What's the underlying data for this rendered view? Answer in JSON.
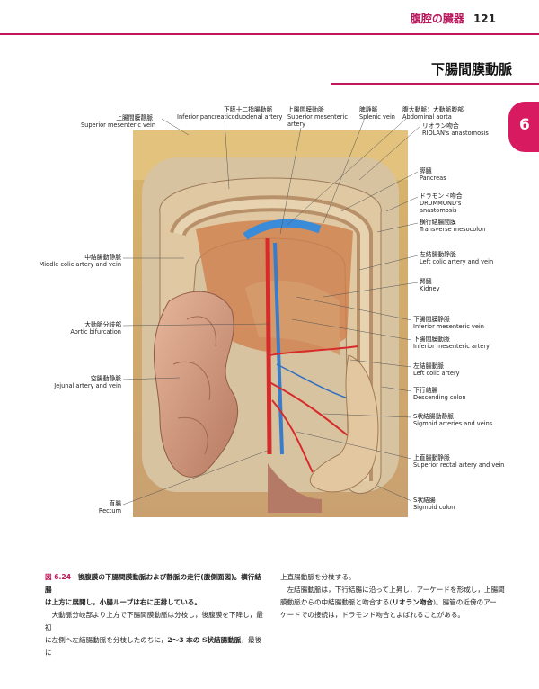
{
  "header": {
    "chapter_title": "腹腔の臓器",
    "page_number": "121",
    "section_title": "下腸間膜動脈",
    "chapter_tab": "6"
  },
  "labels": {
    "inferior_pancreaticoduodenal": {
      "ja": "下膵十二指腸動脈",
      "en": "Inferior pancreaticoduodenal artery"
    },
    "superior_mesenteric_artery": {
      "ja": "上腸間膜動脈",
      "en1": "Superior mesenteric",
      "en2": "artery"
    },
    "splenic_vein": {
      "ja": "脾静脈",
      "en": "Splenic vein"
    },
    "abdominal_aorta": {
      "ja": "腹大動脈：大動脈腹部",
      "en": "Abdominal aorta"
    },
    "riolan": {
      "ja": "リオラン吻合",
      "en": "RIOLAN's anastomosis"
    },
    "superior_mesenteric_vein": {
      "ja": "上腸間膜静脈",
      "en": "Superior mesenteric vein"
    },
    "pancreas": {
      "ja": "膵臓",
      "en": "Pancreas"
    },
    "drummond": {
      "ja": "ドラモンド吻合",
      "en1": "DRUMMOND's",
      "en2": "anastomosis"
    },
    "transverse_mesocolon": {
      "ja": "横行結腸間膜",
      "en": "Transverse mesocolon"
    },
    "middle_colic": {
      "ja": "中結腸動静脈",
      "en": "Middle colic artery and vein"
    },
    "left_colic_av": {
      "ja": "左結腸動静脈",
      "en": "Left colic artery and vein"
    },
    "kidney": {
      "ja": "腎臓",
      "en": "Kidney"
    },
    "aortic_bifurcation": {
      "ja": "大動脈分岐部",
      "en": "Aortic bifurcation"
    },
    "inferior_mesenteric_vein": {
      "ja": "下腸間膜静脈",
      "en": "Inferior mesenteric vein"
    },
    "inferior_mesenteric_artery": {
      "ja": "下腸間膜動脈",
      "en": "Inferior mesenteric artery"
    },
    "left_colic_artery": {
      "ja": "左結腸動脈",
      "en": "Left colic artery"
    },
    "jejunal": {
      "ja": "空腸動静脈",
      "en": "Jejunal artery and vein"
    },
    "descending_colon": {
      "ja": "下行結腸",
      "en": "Descending colon"
    },
    "sigmoid_av": {
      "ja": "S状結腸動静脈",
      "en": "Sigmoid arteries and veins"
    },
    "superior_rectal": {
      "ja": "上直腸動静脈",
      "en": "Superior rectal artery and vein"
    },
    "rectum": {
      "ja": "直腸",
      "en": "Rectum"
    },
    "sigmoid_colon": {
      "ja": "S状結腸",
      "en": "Sigmoid colon"
    }
  },
  "caption": {
    "fig_no": "図 6.24",
    "title_1": "後腹膜の下腸間膜動脈および静脈の走行(腹側面図)。横行結腸",
    "title_2": "は上方に展開し，小腸ループは右に圧排している。",
    "body_1": "大動脈分岐部より上方で下腸間膜動脈は分枝し，後腹膜を下降し，最初",
    "body_2": "に左側へ左結腸動脈を分枝したのちに，",
    "body_3": "2〜3 本の S状結腸動脈",
    "body_4": "，最後に",
    "right_1": "上直腸動脈を分枝する。",
    "right_2": "左結腸動脈は，下行結腸に沿って上昇し，アーケードを形成し，上腸間",
    "right_3": "膜動脈からの中結腸動脈と吻合する(",
    "right_4": "リオラン吻合",
    "right_5": ")。腸管の近傍のアー",
    "right_6": "ケードでの接続は，ドラモンド吻合とよばれることがある。"
  }
}
